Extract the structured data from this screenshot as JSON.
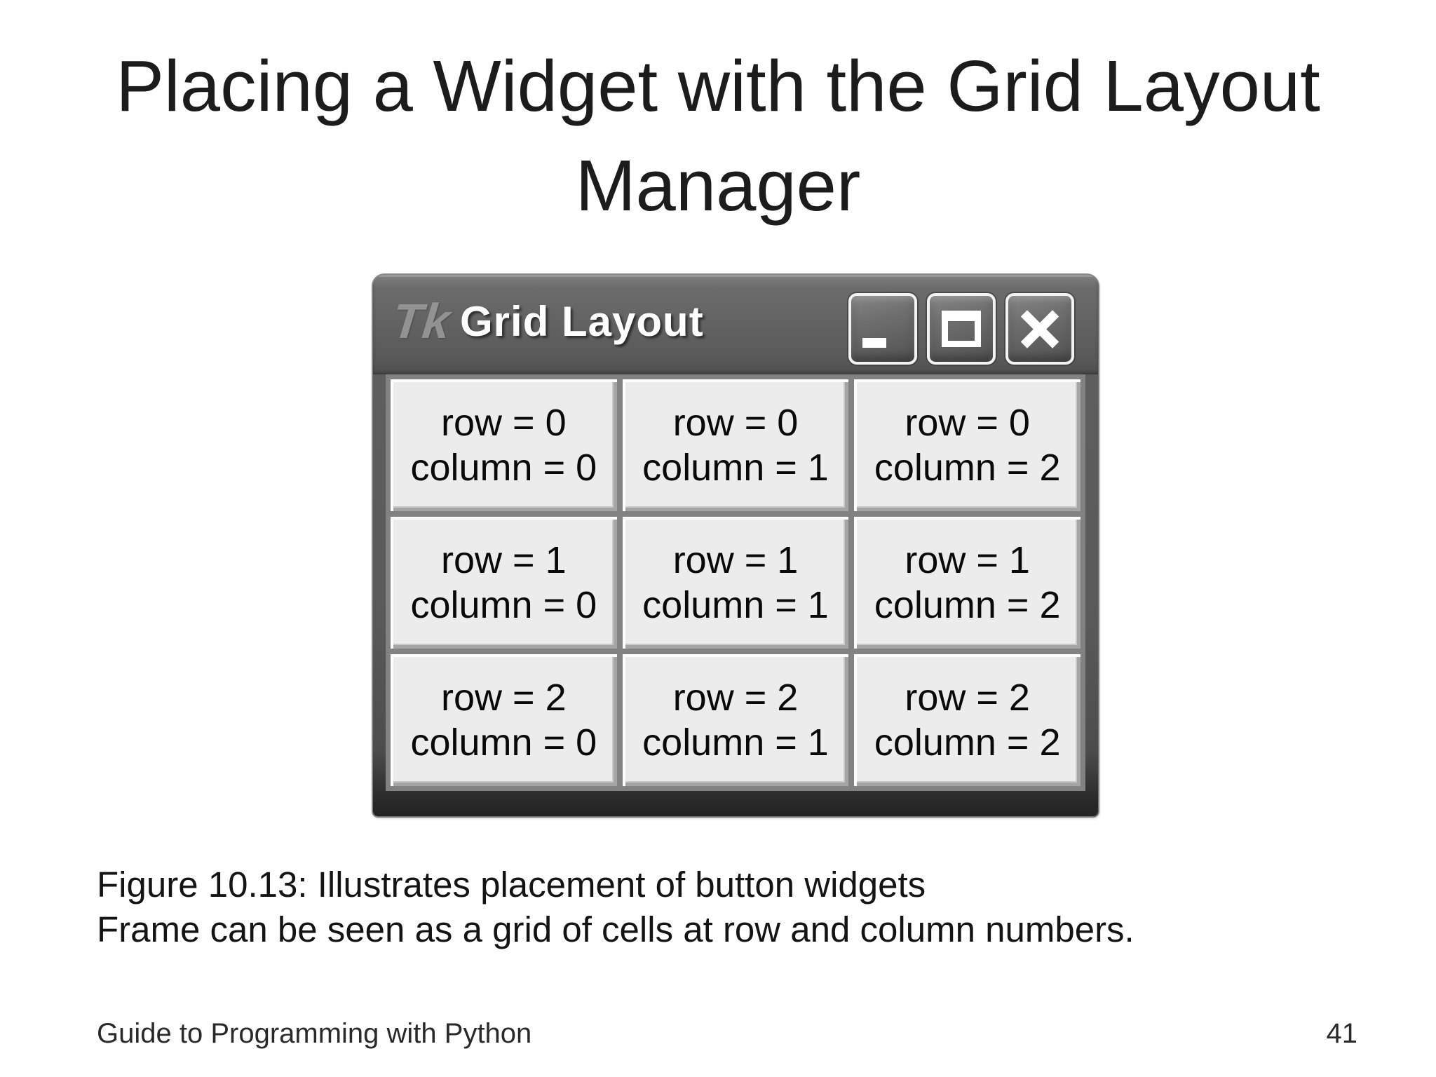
{
  "slide": {
    "title_lines": [
      "Placing a Widget with the Grid Layout",
      "Manager"
    ],
    "caption_lines": [
      "Figure 10.13: Illustrates placement of button widgets",
      "Frame can be seen as a grid of cells at row and column numbers."
    ],
    "footer": {
      "left": "Guide to Programming with Python",
      "page_number": "41"
    }
  },
  "window": {
    "title": "Grid Layout",
    "title_icon": "tk-logo-icon",
    "icon_text": "Tk",
    "controls": [
      {
        "name": "minimize-button",
        "icon": "minimize-icon"
      },
      {
        "name": "maximize-button",
        "icon": "maximize-icon"
      },
      {
        "name": "close-button",
        "icon": "close-icon"
      }
    ],
    "grid_buttons": [
      {
        "row": 0,
        "column": 0,
        "line1": "row = 0",
        "line2": "column = 0"
      },
      {
        "row": 0,
        "column": 1,
        "line1": "row = 0",
        "line2": "column = 1"
      },
      {
        "row": 0,
        "column": 2,
        "line1": "row = 0",
        "line2": "column = 2"
      },
      {
        "row": 1,
        "column": 0,
        "line1": "row = 1",
        "line2": "column = 0"
      },
      {
        "row": 1,
        "column": 1,
        "line1": "row = 1",
        "line2": "column = 1"
      },
      {
        "row": 1,
        "column": 2,
        "line1": "row = 1",
        "line2": "column = 2"
      },
      {
        "row": 2,
        "column": 0,
        "line1": "row = 2",
        "line2": "column = 0"
      },
      {
        "row": 2,
        "column": 1,
        "line1": "row = 2",
        "line2": "column = 1"
      },
      {
        "row": 2,
        "column": 2,
        "line1": "row = 2",
        "line2": "column = 2"
      }
    ]
  },
  "colors": {
    "slide_background": "#ffffff",
    "slide_text": "#1a1a1a",
    "titlebar_gray": "#626262",
    "window_border_gray": "#4a4a4a",
    "client_gap_gray": "#828282",
    "button_face": "#ececec",
    "button_highlight": "#fdfdfd",
    "button_shadow": "#a5a5a5",
    "titlebar_text": "#ffffff"
  }
}
